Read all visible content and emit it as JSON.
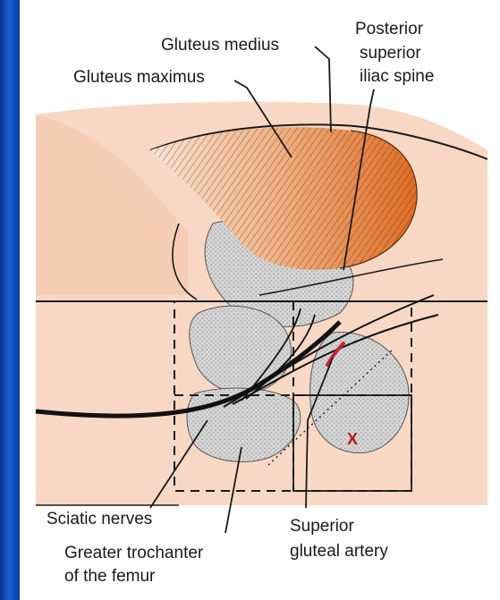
{
  "labels": {
    "gluteus_medius": "Gluteus medius",
    "gluteus_maximus": "Gluteus maximus",
    "posterior_superior_iliac_spine_line1": "Posterior",
    "posterior_superior_iliac_spine_line2": "superior",
    "posterior_superior_iliac_spine_line3": "iliac spine",
    "sciatic_nerves": "Sciatic nerves",
    "greater_trochanter_line1": "Greater trochanter",
    "greater_trochanter_line2": "of the femur",
    "superior_gluteal_artery_line1": "Superior",
    "superior_gluteal_artery_line2": "gluteal artery",
    "injection_site_mark": "X"
  },
  "colors": {
    "skin": "#f8d8c4",
    "muscle_light": "#f1a26b",
    "muscle_dark": "#e0732e",
    "bone": "#cfcfcf",
    "artery": "#c0282a",
    "slide_border": "#0b3aa0",
    "ink": "#1a1a1a"
  }
}
